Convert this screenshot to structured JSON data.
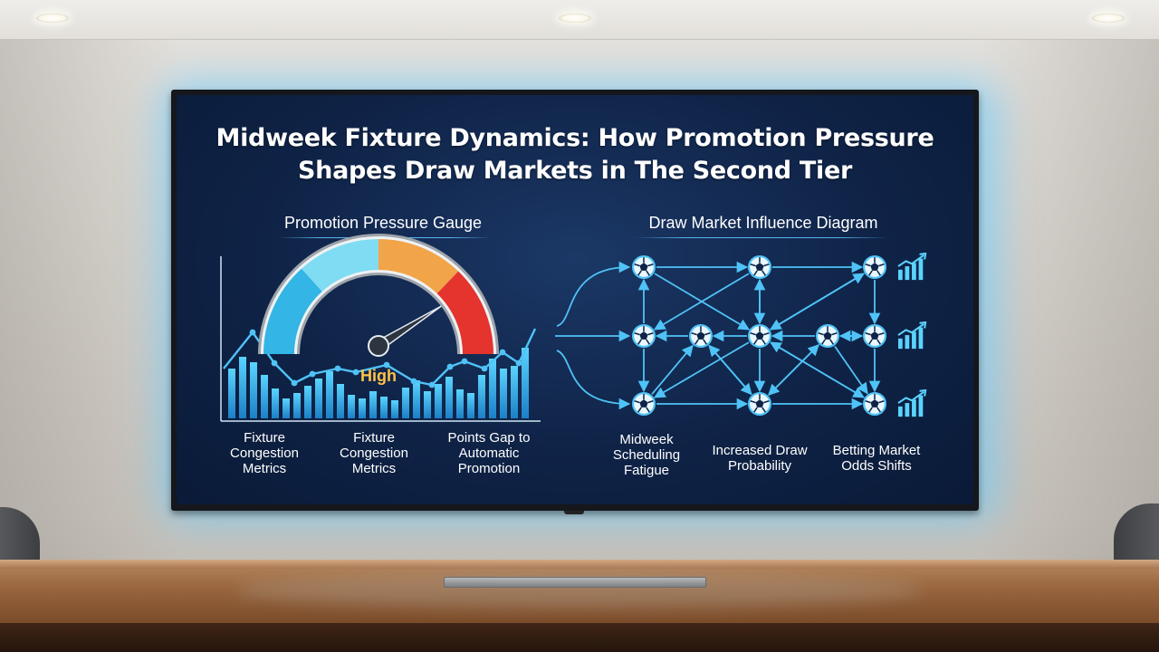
{
  "screen": {
    "title_lines": [
      "Midweek Fixture Dynamics: How Promotion Pressure",
      "Shapes Draw Markets in The Second Tier"
    ],
    "gauge_panel": {
      "heading": "Promotion Pressure Gauge",
      "gauge_label": "High",
      "gauge_reading": 0.82,
      "captions": [
        [
          "Fixture",
          "Congestion",
          "Metrics"
        ],
        [
          "Fixture",
          "Congestion",
          "Metrics"
        ],
        [
          "Points Gap to",
          "Automatic",
          "Promotion"
        ]
      ]
    },
    "diagram_panel": {
      "heading": "Draw Market Influence Diagram",
      "node_icon": "soccer-ball-icon",
      "row_icon": "trending-bars-icon",
      "captions": [
        [
          "Midweek",
          "Scheduling",
          "Fatigue"
        ],
        [
          "Increased Draw",
          "Probability"
        ],
        [
          "Betting Market",
          "Odds Shifts"
        ]
      ]
    }
  },
  "colors": {
    "screen_bg": "#0f2347",
    "accent_cyan": "#4fc3f7",
    "gauge_blue": "#33b5e5",
    "gauge_cyan": "#7fdcf2",
    "gauge_orange": "#f2a449",
    "gauge_red": "#e5332d",
    "gauge_label": "#ffc247",
    "backlight": "#5cc8ff"
  }
}
